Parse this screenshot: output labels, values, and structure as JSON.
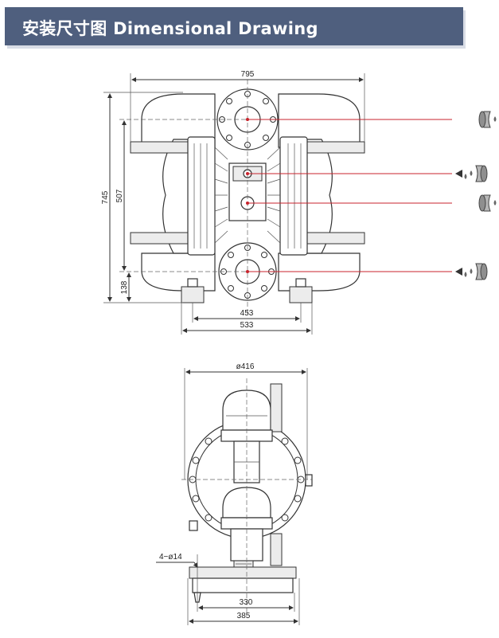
{
  "header": {
    "title": "安装尺寸图 Dimensional Drawing"
  },
  "dimensions": {
    "front": {
      "width_total": "795",
      "height_total": "745",
      "height_ports": "507",
      "height_base": "138",
      "base_inner": "453",
      "base_outer": "533"
    },
    "side": {
      "diameter": "ø416",
      "bolt_holes": "4−ø14",
      "base_inner": "330",
      "base_outer": "385"
    }
  },
  "flow_icons": [
    {
      "name": "outlet-flow",
      "direction": "right"
    },
    {
      "name": "air-exhaust",
      "direction": "left"
    },
    {
      "name": "air-inlet",
      "direction": "right"
    },
    {
      "name": "inlet-flow",
      "direction": "left"
    }
  ],
  "colors": {
    "header_bg": "#4f5f7e",
    "leader_red": "#c8232c",
    "line": "#333333"
  }
}
